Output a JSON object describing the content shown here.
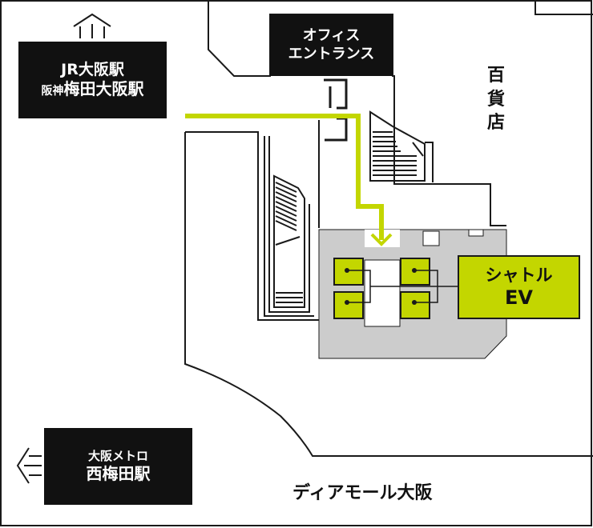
{
  "labels": {
    "jr_station_line1": "JR大阪駅",
    "hanshin_prefix": "阪神",
    "hanshin_station": "梅田大阪駅",
    "office_entrance_line1": "オフィス",
    "office_entrance_line2": "エントランス",
    "dept_store_chars": [
      "百",
      "貨",
      "店"
    ],
    "shuttle_line1": "シャトル",
    "shuttle_line2": "EV",
    "metro_line1": "大阪メトロ",
    "metro_line2": "西梅田駅",
    "dia_mall": "ディアモール大阪"
  },
  "icons": {
    "up": "arrow-up-icon",
    "left": "arrow-left-icon",
    "route": "route-arrow-icon"
  },
  "colors": {
    "route": "#c3d600",
    "label_box": "#111111",
    "highlight_area": "#cccccc",
    "elevator_fill": "#c3d600",
    "outline": "#1a1a1a"
  }
}
